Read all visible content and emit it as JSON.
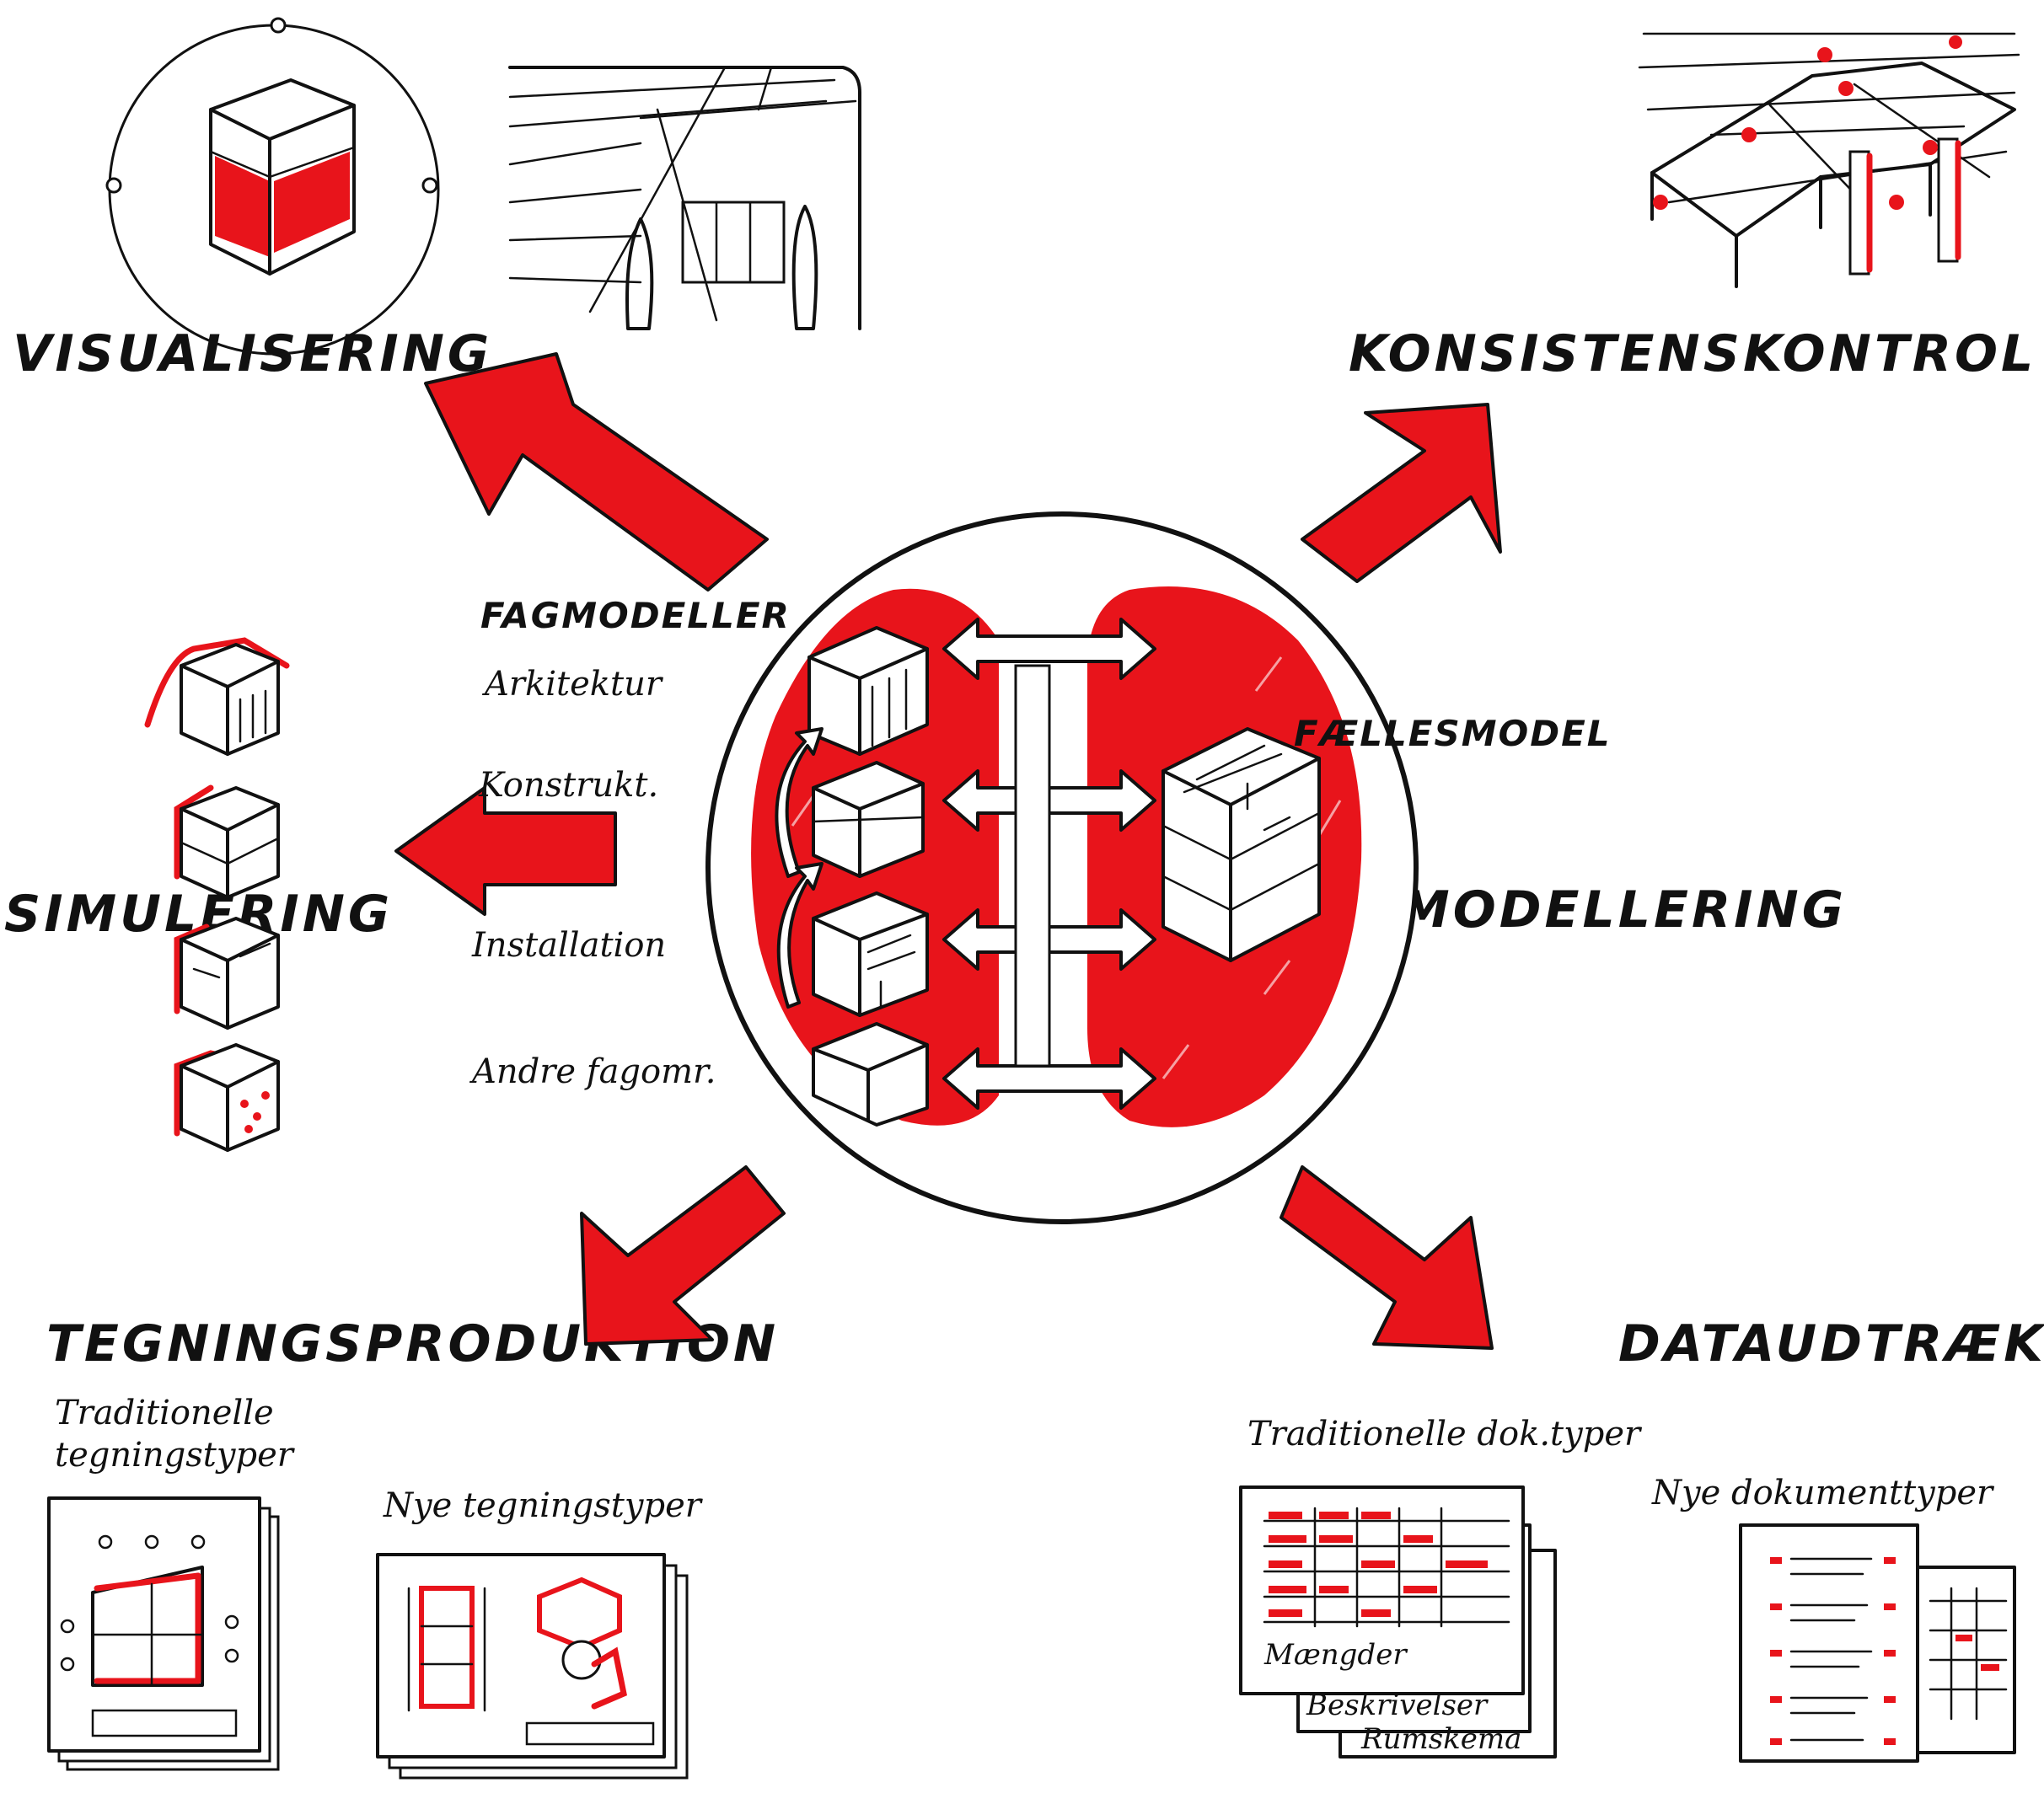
{
  "headings": {
    "visualisering": "VISUALISERING",
    "konsistenskontrol": "KONSISTENSKONTROL",
    "simulering": "SIMULERING",
    "modellering": "MODELLERING",
    "tegningsproduktion": "TEGNINGSPRODUKTION",
    "dataudtraek": "DATAUDTRÆK"
  },
  "center": {
    "fagmodeller": "FAGMODELLER",
    "faellesmodel": "FÆLLESMODEL",
    "items": [
      "Arkitektur",
      "Konstrukt.",
      "Installation",
      "Andre fagomr."
    ]
  },
  "tegning": {
    "traditionelle_line1": "Traditionelle",
    "traditionelle_line2": "tegningstyper",
    "nye": "Nye tegningstyper"
  },
  "data": {
    "traditionelle": "Traditionelle dok.typer",
    "nye": "Nye dokumenttyper",
    "sheets": [
      "Mængder",
      "Beskrivelser",
      "Rumskema"
    ]
  },
  "colors": {
    "accent": "#e8141b",
    "ink": "#111111"
  }
}
